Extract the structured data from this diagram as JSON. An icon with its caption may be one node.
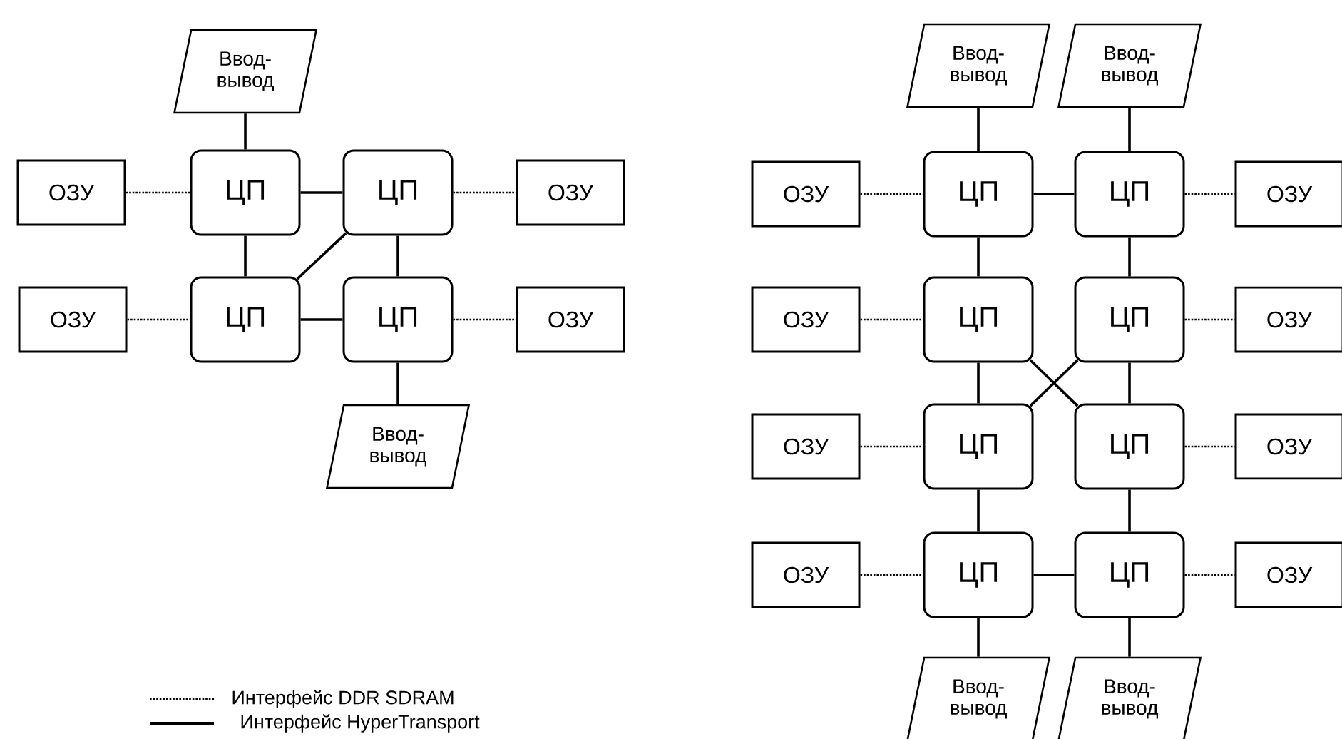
{
  "diagram": {
    "nodes": [
      {
        "text": [
          "Ввод- вывод"
        ]
      },
      {
        "text": [
          "ОЗУ"
        ]
      },
      {
        "text": [
          "ЦП"
        ]
      },
      {
        "text": [
          "ЦП"
        ]
      },
      {
        "text": [
          "ОЗУ"
        ]
      },
      {
        "text": [
          "ОЗУ"
        ]
      },
      {
        "text": [
          "ЦП"
        ]
      },
      {
        "text": [
          "ЦП"
        ]
      },
      {
        "text": [
          "ОЗУ"
        ]
      },
      {
        "text": [
          "Ввод- вывод"
        ]
      },
      {
        "text": [
          "Ввод- вывод"
        ]
      },
      {
        "text": [
          "Ввод- вывод"
        ]
      },
      {
        "text": [
          "ОЗУ"
        ]
      },
      {
        "text": [
          "ЦП"
        ]
      },
      {
        "text": [
          "ЦП"
        ]
      },
      {
        "text": [
          "ОЗУ"
        ]
      },
      {
        "text": [
          "ОЗУ"
        ]
      },
      {
        "text": [
          "ЦП"
        ]
      },
      {
        "text": [
          "ЦП"
        ]
      },
      {
        "text": [
          "ОЗУ"
        ]
      },
      {
        "text": [
          "ОЗУ"
        ]
      },
      {
        "text": [
          "ЦП"
        ]
      },
      {
        "text": [
          "ЦП"
        ]
      },
      {
        "text": [
          "ОЗУ"
        ]
      },
      {
        "text": [
          "ОЗУ"
        ]
      },
      {
        "text": [
          "ЦП"
        ]
      },
      {
        "text": [
          "ЦП"
        ]
      },
      {
        "text": [
          "ОЗУ"
        ]
      },
      {
        "text": [
          "Ввод- вывод"
        ]
      },
      {
        "text": [
          "Ввод- вывод"
        ]
      }
    ],
    "edges": [
      {
        "from": 0,
        "to": 2,
        "arrow": "none"
      },
      {
        "from": 1,
        "to": 2,
        "arrow": "none",
        "style": "dashed"
      },
      {
        "from": 2,
        "to": 3,
        "arrow": "none"
      },
      {
        "from": 3,
        "to": 4,
        "arrow": "none",
        "style": "dashed"
      },
      {
        "from": 2,
        "to": 6,
        "arrow": "none"
      },
      {
        "from": 3,
        "to": 7,
        "arrow": "none"
      },
      {
        "from": 3,
        "to": 6,
        "arrow": "none"
      },
      {
        "from": 5,
        "to": 6,
        "arrow": "none",
        "style": "dashed"
      },
      {
        "from": 6,
        "to": 7,
        "arrow": "none"
      },
      {
        "from": 7,
        "to": 8,
        "arrow": "none",
        "style": "dashed"
      },
      {
        "from": 7,
        "to": 9,
        "arrow": "none"
      },
      {
        "from": 10,
        "to": 13,
        "arrow": "none"
      },
      {
        "from": 11,
        "to": 14,
        "arrow": "none"
      },
      {
        "from": 12,
        "to": 13,
        "arrow": "none",
        "style": "dashed"
      },
      {
        "from": 13,
        "to": 14,
        "arrow": "none"
      },
      {
        "from": 14,
        "to": 15,
        "arrow": "none",
        "style": "dashed"
      },
      {
        "from": 13,
        "to": 17,
        "arrow": "none"
      },
      {
        "from": 14,
        "to": 18,
        "arrow": "none"
      },
      {
        "from": 16,
        "to": 17,
        "arrow": "none",
        "style": "dashed"
      },
      {
        "from": 18,
        "to": 19,
        "arrow": "none",
        "style": "dashed"
      },
      {
        "from": 17,
        "to": 21,
        "arrow": "none"
      },
      {
        "from": 18,
        "to": 22,
        "arrow": "none"
      },
      {
        "from": 17,
        "to": 22,
        "arrow": "none"
      },
      {
        "from": 18,
        "to": 21,
        "arrow": "none"
      },
      {
        "from": 20,
        "to": 21,
        "arrow": "none",
        "style": "dashed"
      },
      {
        "from": 22,
        "to": 23,
        "arrow": "none",
        "style": "dashed"
      },
      {
        "from": 21,
        "to": 25,
        "arrow": "none"
      },
      {
        "from": 22,
        "to": 26,
        "arrow": "none"
      },
      {
        "from": 24,
        "to": 25,
        "arrow": "none",
        "style": "dashed"
      },
      {
        "from": 25,
        "to": 26,
        "arrow": "none"
      },
      {
        "from": 26,
        "to": 27,
        "arrow": "none",
        "style": "dashed"
      },
      {
        "from": 25,
        "to": 28,
        "arrow": "none"
      },
      {
        "from": 26,
        "to": 29,
        "arrow": "none"
      }
    ],
    "legend": [
      {
        "text": "Интерфейс DDR SDRAM"
      },
      {
        "text": "Интерфейс HyperTransport"
      }
    ]
  }
}
